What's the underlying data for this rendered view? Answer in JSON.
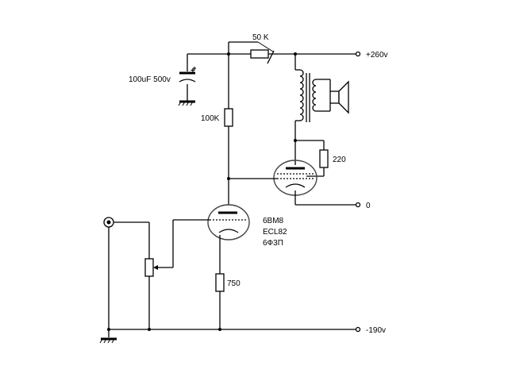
{
  "labels": {
    "pot_top": "50 K",
    "rail_plus": "+260v",
    "capacitor": "100uF 500v",
    "cap_polarity": "+",
    "r_plate": "100K",
    "r_cathode_output": "220",
    "rail_zero": "0",
    "tube_1": "6BM8",
    "tube_2": "ECL82",
    "tube_3": "6Ф3П",
    "r_cathode_input": "750",
    "rail_minus": "-190v"
  }
}
